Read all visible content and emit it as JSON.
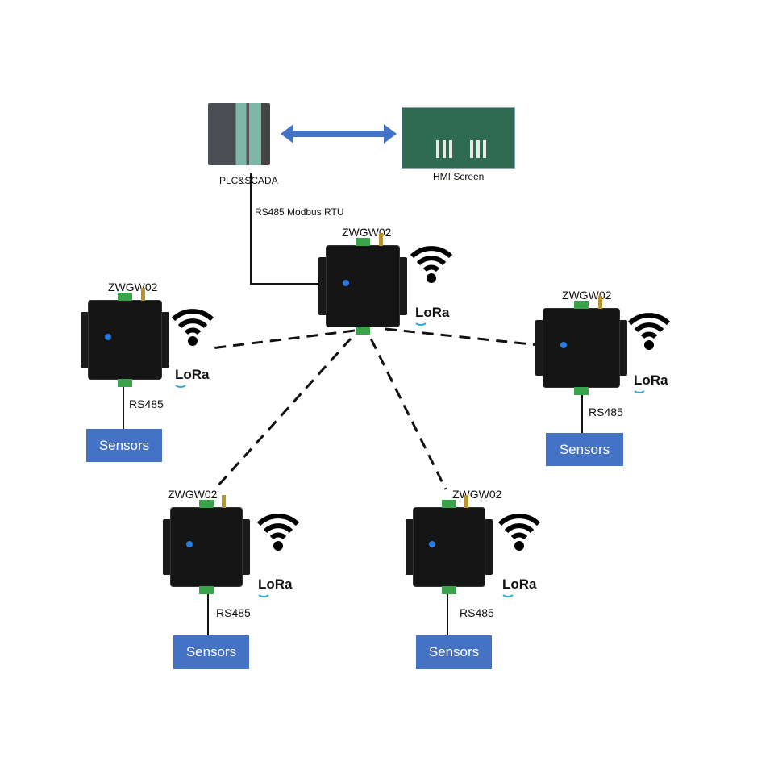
{
  "top": {
    "plc_label": "PLC&SCADA",
    "hmi_label": "HMI Screen",
    "link_label": "RS485 Modbus RTU"
  },
  "gateways": [
    {
      "label": "ZWGW02",
      "lora": "LoRa"
    },
    {
      "label": "ZWGW02",
      "lora": "LoRa",
      "bus": "RS485",
      "sensor": "Sensors"
    },
    {
      "label": "ZWGW02",
      "lora": "LoRa",
      "bus": "RS485",
      "sensor": "Sensors"
    },
    {
      "label": "ZWGW02",
      "lora": "LoRa",
      "bus": "RS485",
      "sensor": "Sensors"
    },
    {
      "label": "ZWGW02",
      "lora": "LoRa",
      "bus": "RS485",
      "sensor": "Sensors"
    }
  ],
  "colors": {
    "sensor_box": "#4472c4",
    "arrow": "#4472c4",
    "terminal": "#3aa24a",
    "lora_waves": "#2aa8e6"
  }
}
